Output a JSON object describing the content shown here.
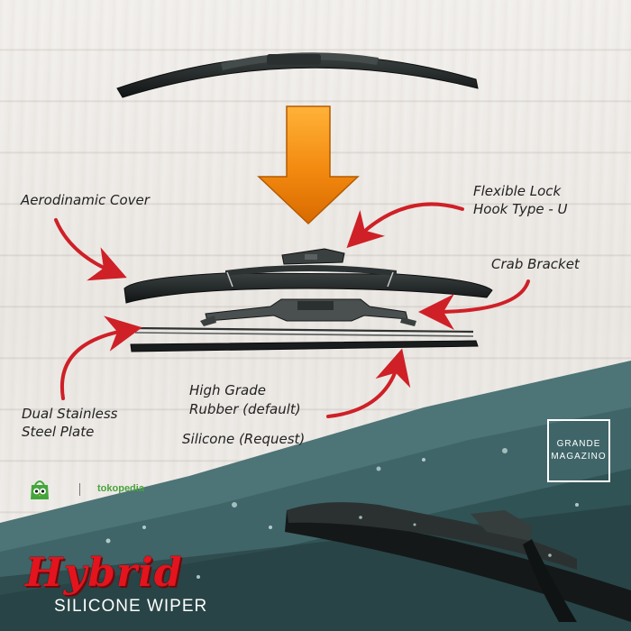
{
  "labels": {
    "aerodynamic_cover": "Aerodinamic Cover",
    "flexible_lock_1": "Flexible Lock",
    "flexible_lock_2": "Hook Type - U",
    "crab_bracket": "Crab Bracket",
    "dual_stainless_1": "Dual Stainless",
    "dual_stainless_2": "Steel Plate",
    "rubber_1": "High Grade",
    "rubber_2": "Rubber (default)",
    "rubber_3": "Silicone (Request)"
  },
  "brand": {
    "logo_line1": "GRANDE",
    "logo_line2": "MAGAZINO",
    "store_name": "tokopedia"
  },
  "product": {
    "title": "Hybrid",
    "subtitle": "SILICONE WIPER"
  },
  "icons": [
    "down-arrow-icon",
    "red-curved-arrow-icon",
    "tokopedia-owl-icon"
  ],
  "colors": {
    "arrow_orange": "#f08a10",
    "pointer_red": "#cf2027",
    "title_red": "#e3141d",
    "band_teal": "#4f7578",
    "wiper_black": "#1e2222"
  }
}
